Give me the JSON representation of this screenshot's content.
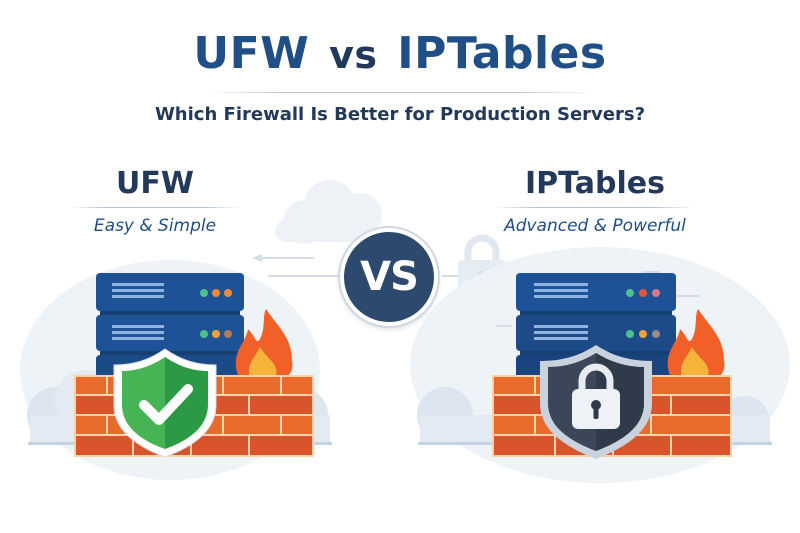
{
  "header": {
    "title_left": "UFW",
    "title_vs": "vs",
    "title_right": "IPTables",
    "subtitle": "Which Firewall Is Better for Production Servers?"
  },
  "left": {
    "name": "UFW",
    "tagline": "Easy & Simple",
    "shield_icon": "check-icon",
    "shield_color": "#3aa74a"
  },
  "right": {
    "name": "IPTables",
    "tagline": "Advanced & Powerful",
    "shield_icon": "padlock-icon",
    "shield_color": "#3f4a5c"
  },
  "center": {
    "badge": "VS"
  },
  "colors": {
    "primary_blue": "#1f4f86",
    "dark_navy": "#23395b",
    "vs_badge": "#2d4a6e",
    "server_blue": "#1d4f93",
    "brick": "#e0612a",
    "flame": "#f2662a",
    "cloud": "#e9eff6"
  }
}
